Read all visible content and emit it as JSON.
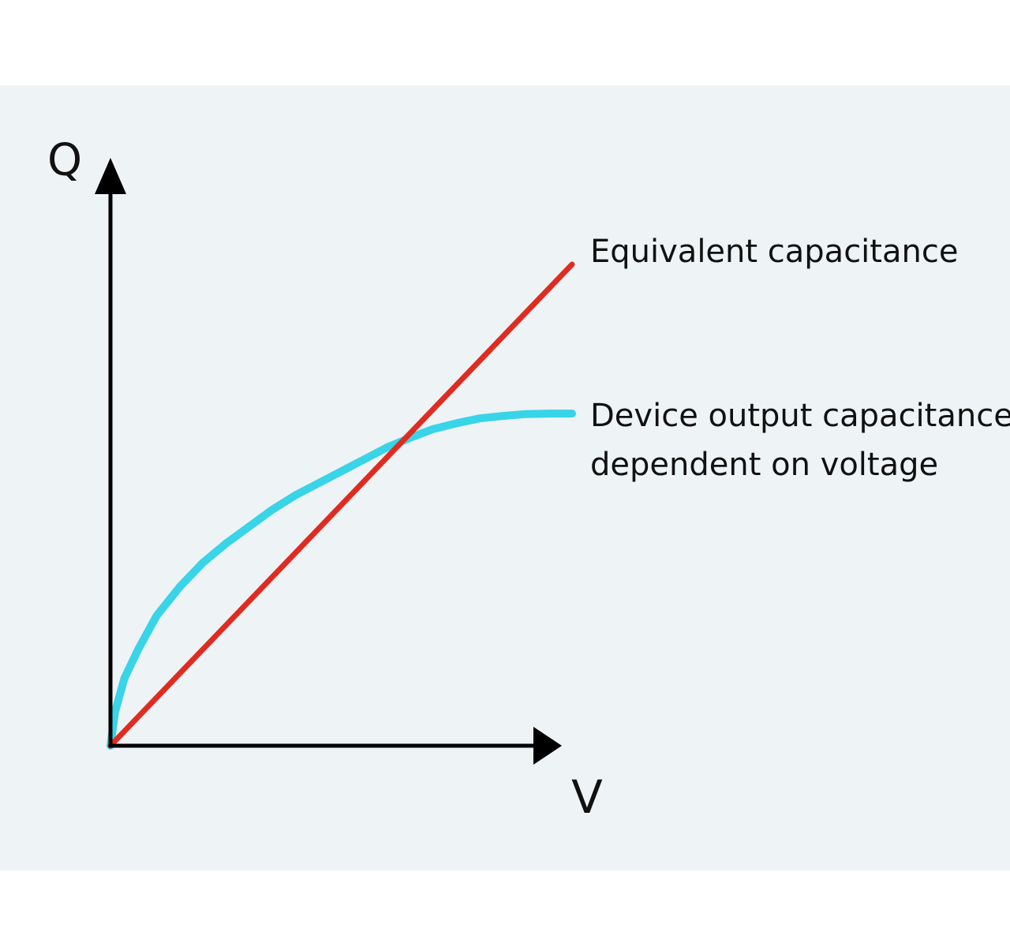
{
  "colors": {
    "page_background": "#ffffff",
    "panel_background": "#eef3f5",
    "axis": "#000000",
    "equivalent_line": "#e02b20",
    "device_curve": "#38d4e8",
    "text": "#111111"
  },
  "chart_data": {
    "type": "line",
    "xlabel": "V",
    "ylabel": "Q",
    "xlim": [
      0,
      1
    ],
    "ylim": [
      0,
      1
    ],
    "grid": false,
    "axis_ticks": false,
    "series": [
      {
        "name": "Equivalent capacitance",
        "name_lines": [
          "Equivalent capacitance"
        ],
        "color": "#e02b20",
        "x": [
          0,
          1.0
        ],
        "y": [
          0,
          1.0
        ]
      },
      {
        "name": "Device output capacitance dependent on voltage",
        "name_lines": [
          "Device output capacitance",
          "dependent on voltage"
        ],
        "color": "#38d4e8",
        "x": [
          0,
          0.01,
          0.03,
          0.06,
          0.1,
          0.15,
          0.2,
          0.25,
          0.3,
          0.35,
          0.4,
          0.45,
          0.5,
          0.55,
          0.6,
          0.65,
          0.7,
          0.75,
          0.8,
          0.85,
          0.9,
          0.95,
          1.0
        ],
        "y": [
          0,
          0.07,
          0.14,
          0.2,
          0.27,
          0.33,
          0.38,
          0.42,
          0.455,
          0.49,
          0.52,
          0.545,
          0.57,
          0.595,
          0.62,
          0.64,
          0.658,
          0.67,
          0.68,
          0.685,
          0.689,
          0.69,
          0.69
        ]
      }
    ]
  }
}
